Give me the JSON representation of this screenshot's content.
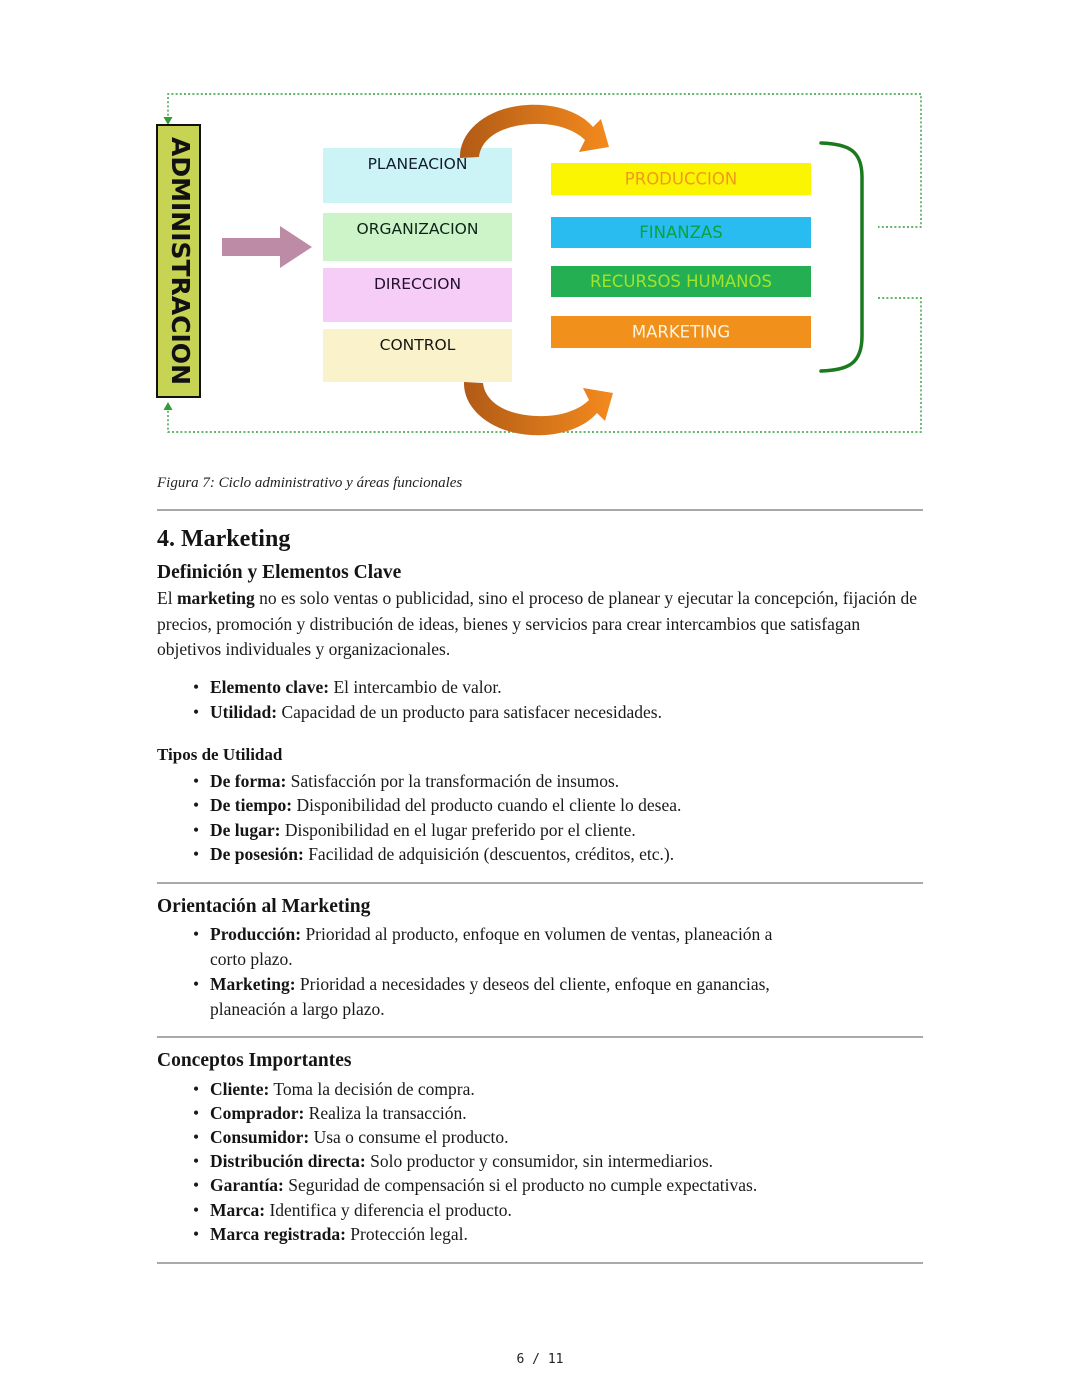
{
  "figure": {
    "admin_label": "ADMINISTRACION",
    "admin_box_color": "#c6d353",
    "arrow_color": "#bd8ba6",
    "dashed_color": "#2f9e38",
    "bracket_color": "#1a7a1e",
    "swoosh_dark": "#b05a16",
    "swoosh_bright": "#f78c1e",
    "process_boxes": [
      {
        "label": "PLANEACION",
        "bg": "#ccf4f6",
        "fg": "#131c2e"
      },
      {
        "label": "ORGANIZACION",
        "bg": "#cdf4c8",
        "fg": "#0f2416"
      },
      {
        "label": "DIRECCION",
        "bg": "#f6cdf6",
        "fg": "#22102e"
      },
      {
        "label": "CONTROL",
        "bg": "#faf2cb",
        "fg": "#16160f"
      }
    ],
    "area_boxes": [
      {
        "label": "PRODUCCION",
        "bg": "#fcf501",
        "fg": "#f0991e"
      },
      {
        "label": "FINANZAS",
        "bg": "#29bcf0",
        "fg": "#0ba23c"
      },
      {
        "label": "RECURSOS HUMANOS",
        "bg": "#23af52",
        "fg": "#a2e42a"
      },
      {
        "label": "MARKETING",
        "bg": "#f1911c",
        "fg": "#fdf3dc"
      }
    ]
  },
  "caption": "Figura 7: Ciclo administrativo y áreas funcionales",
  "sections": {
    "marketing_title": "4. Marketing",
    "definicion": {
      "title": "Definición y Elementos Clave",
      "intro_pre": "El ",
      "intro_bold": "marketing",
      "intro_rest": " no es solo ventas o publicidad, sino el proceso de planear y ejecutar la concepción, fijación de precios, promoción y distribución de ideas, bienes y servicios para crear intercambios que satisfagan objetivos individuales y organizacionales.",
      "items": [
        {
          "term": "Elemento clave:",
          "desc": " El intercambio de valor."
        },
        {
          "term": "Utilidad:",
          "desc": " Capacidad de un producto para satisfacer necesidades."
        }
      ]
    },
    "tipos": {
      "title": "Tipos de Utilidad",
      "items": [
        {
          "term": "De forma:",
          "desc": " Satisfacción por la transformación de insumos."
        },
        {
          "term": "De tiempo:",
          "desc": " Disponibilidad del producto cuando el cliente lo desea."
        },
        {
          "term": "De lugar:",
          "desc": " Disponibilidad en el lugar preferido por el cliente."
        },
        {
          "term": "De posesión:",
          "desc": " Facilidad de adquisición (descuentos, créditos, etc.)."
        }
      ]
    },
    "orientacion": {
      "title": "Orientación al Marketing",
      "items": [
        {
          "term": "Producción:",
          "desc": " Prioridad al producto, enfoque en volumen de ventas, planeación a",
          "desc2": "corto plazo."
        },
        {
          "term": "Marketing:",
          "desc": " Prioridad a necesidades y deseos del cliente, enfoque en ganancias,",
          "desc2": "planeación a largo plazo."
        }
      ]
    },
    "conceptos": {
      "title": "Conceptos Importantes",
      "items": [
        {
          "term": "Cliente:",
          "desc": " Toma la decisión de compra."
        },
        {
          "term": "Comprador:",
          "desc": " Realiza la transacción."
        },
        {
          "term": "Consumidor:",
          "desc": " Usa o consume el producto."
        },
        {
          "term": "Distribución directa:",
          "desc": " Solo productor y consumidor, sin intermediarios."
        },
        {
          "term": "Garantía:",
          "desc": " Seguridad de compensación si el producto no cumple expectativas."
        },
        {
          "term": "Marca:",
          "desc": " Identifica y diferencia el producto."
        },
        {
          "term": "Marca registrada:",
          "desc": " Protección legal."
        }
      ]
    }
  },
  "footer": {
    "page_indicator": "6 / 11"
  }
}
